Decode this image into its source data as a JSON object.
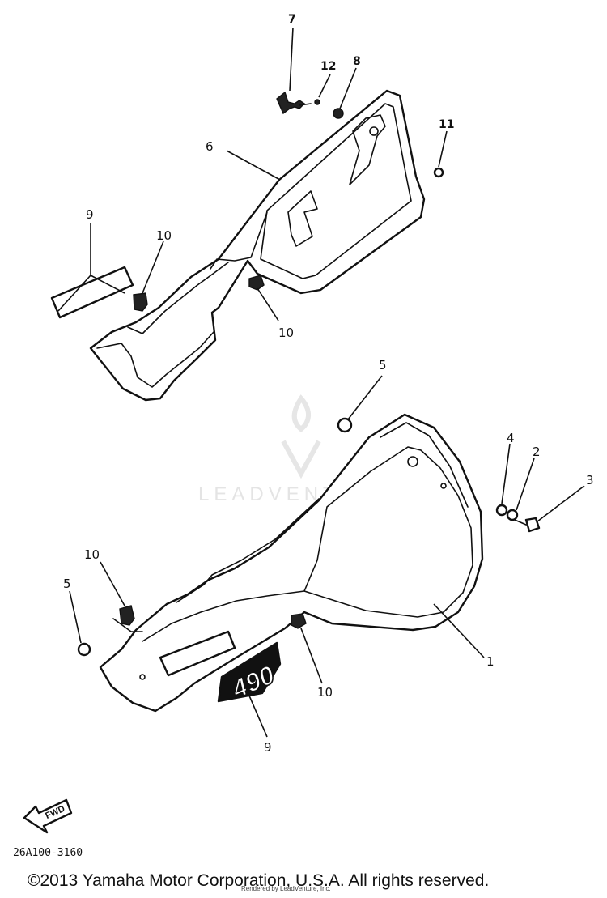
{
  "callouts": {
    "c7": "7",
    "c12": "12",
    "c8": "8",
    "c11": "11",
    "c6": "6",
    "c9_top": "9",
    "c10_top": "10",
    "c10_mid": "10",
    "c5_right": "5",
    "c4": "4",
    "c2": "2",
    "c3": "3",
    "c10_left": "10",
    "c5_left": "5",
    "c1": "1",
    "c10_bottom": "10",
    "c9_bottom": "9"
  },
  "decal_text": "490",
  "fwd_label": "FWD",
  "reference_code": "26A100-3160",
  "copyright": "©2013 Yamaha Motor Corporation, U.S.A. All rights reserved.",
  "rendered_by": "Rendered by LeadVenture, Inc.",
  "watermark": "LEADVENTURE"
}
